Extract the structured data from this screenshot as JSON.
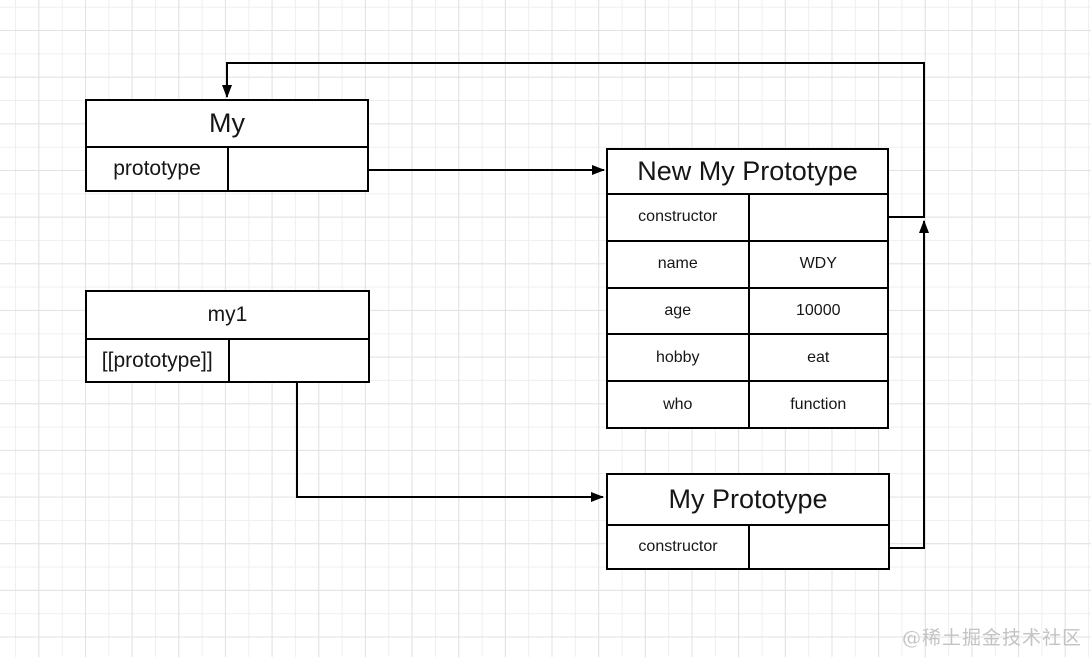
{
  "diagram": {
    "boxes": {
      "my": {
        "title": "My",
        "rows": [
          {
            "key": "prototype",
            "value": ""
          }
        ]
      },
      "my1": {
        "title": "my1",
        "rows": [
          {
            "key": "[[prototype]]",
            "value": ""
          }
        ]
      },
      "new_my_prototype": {
        "title": "New My Prototype",
        "rows": [
          {
            "key": "constructor",
            "value": ""
          },
          {
            "key": "name",
            "value": "WDY"
          },
          {
            "key": "age",
            "value": "10000"
          },
          {
            "key": "hobby",
            "value": "eat"
          },
          {
            "key": "who",
            "value": "function"
          }
        ]
      },
      "my_prototype": {
        "title": "My Prototype",
        "rows": [
          {
            "key": "constructor",
            "value": ""
          }
        ]
      }
    },
    "edges": [
      {
        "from": "My.prototype",
        "to": "New My Prototype"
      },
      {
        "from": "my1.[[prototype]]",
        "to": "My Prototype"
      },
      {
        "from": "New My Prototype.constructor",
        "to": "My"
      },
      {
        "from": "My Prototype.constructor",
        "to": "New My Prototype.constructor edge"
      }
    ],
    "watermark": "@稀土掘金技术社区",
    "colors": {
      "stroke": "#000000",
      "text": "#161616",
      "grid_minor": "#efefef",
      "grid_major": "#e2e2e2",
      "watermark": "#c3c3c3",
      "background": "#ffffff"
    }
  }
}
